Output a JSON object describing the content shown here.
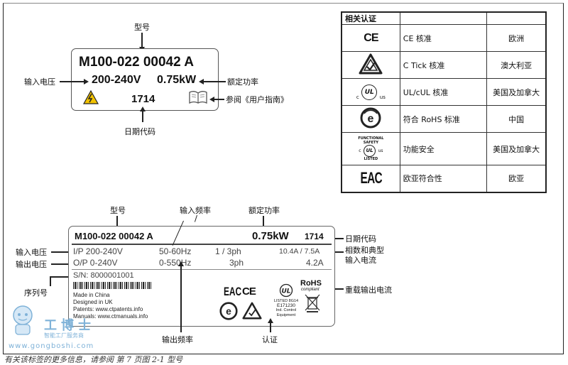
{
  "top": {
    "model_label": "型号",
    "model": "M100-022  00042 A",
    "input_voltage_label": "输入电压",
    "voltage": "200-240V",
    "power": "0.75kW",
    "rated_power_label": "额定功率",
    "date_code": "1714",
    "date_code_label": "日期代码",
    "see_guide_label": "参阅《用户指南》"
  },
  "cert_table": {
    "header": "相关认证",
    "rows": [
      {
        "icon": "ce-mark-icon",
        "name": "CE 核准",
        "region": "欧洲"
      },
      {
        "icon": "c-tick-icon",
        "name": "C Tick 核准",
        "region": "澳大利亚"
      },
      {
        "icon": "ul-cul-icon",
        "name": "UL/cUL 核准",
        "region": "美国及加拿大"
      },
      {
        "icon": "rohs-icon",
        "name": "符合 RoHS 标准",
        "region": "中国"
      },
      {
        "icon": "functional-safety-icon",
        "name": "功能安全",
        "region": "美国及加拿大"
      },
      {
        "icon": "eac-icon",
        "name": "欧亚符合性",
        "region": "欧亚"
      }
    ],
    "fs_text_1": "FUNCTIONAL",
    "fs_text_2": "SAFETY",
    "fs_text_3": "LISTED",
    "ul_c": "c",
    "ul_us": "us",
    "ul_mark": "UL",
    "eac": "EAC",
    "ce": "CE"
  },
  "bottom": {
    "model_label": "型号",
    "input_freq_label": "输入频率",
    "rated_power_label": "额定功率",
    "date_code_label": "日期代码",
    "input_voltage_label": "输入电压",
    "output_voltage_label": "输出电压",
    "phase_current_label_1": "相数和典型",
    "phase_current_label_2": "输入电流",
    "serial_label": "序列号",
    "heavy_current_label": "重载输出电流",
    "output_freq_label": "输出频率",
    "cert_label": "认证",
    "plate": {
      "model": "M100-022 00042 A",
      "power": "0.75kW",
      "date": "1714",
      "ip": "I/P 200-240V",
      "ip_freq": "50-60Hz",
      "ip_phase": "1 / 3ph",
      "ip_current": "10.4A / 7.5A",
      "op": "O/P 0-240V",
      "op_freq": "0-550Hz",
      "op_phase": "3ph",
      "op_current": "4.2A",
      "sn": "S/N: 8000001001",
      "made": "Made in China",
      "designed": "Designed in UK",
      "patents": "Patents: www.ctpatents.info",
      "manuals": "Manuals: www.ctmanuals.info",
      "eac": "EAC",
      "ce": "CE",
      "rohs": "RoHS",
      "compliant": "compliant",
      "ul_listed": "LISTED 8G14",
      "ul_num": "E171230",
      "ul_ind1": "Ind. Control",
      "ul_ind2": "Equipment"
    }
  },
  "footer": "有关该标签的更多信息，请参阅 第 7 页图 2-1 型号",
  "watermark": {
    "brand": "工博士",
    "sub": "智能工厂服务商",
    "url": "www.gongboshi.com"
  }
}
